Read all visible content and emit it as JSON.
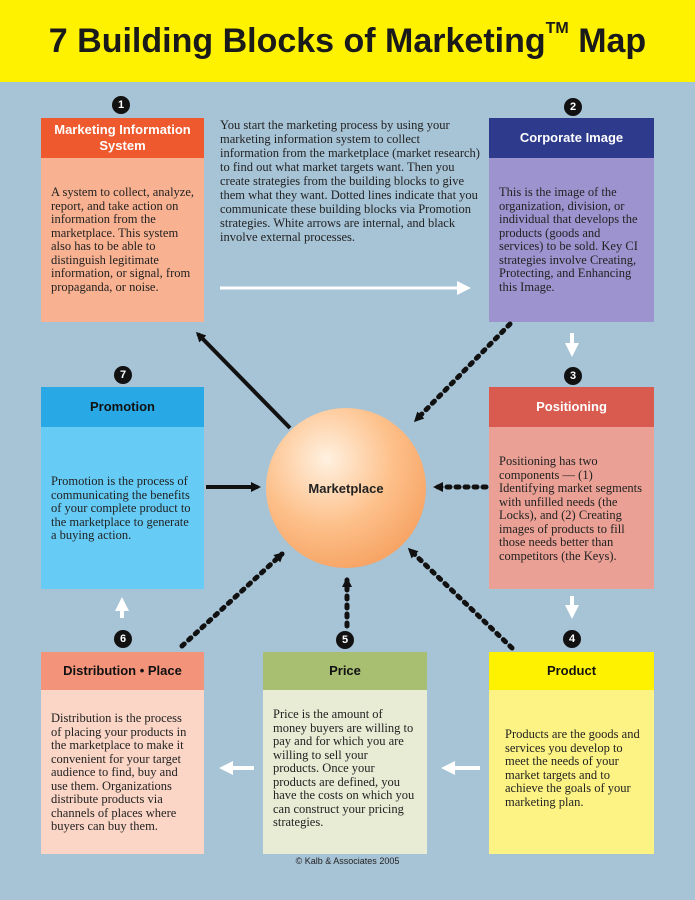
{
  "title": "7 Building Blocks of Marketing",
  "title_tm": "TM",
  "title_suffix": "Map",
  "intro": "You start the marketing process by using your marketing information system to collect information from the marketplace (market research) to find out what market targets want. Then you create strategies from the building blocks to give them what they want. Dotted lines indicate that you communicate these building blocks via Promotion strategies. White arrows are internal, and black involve external processes.",
  "center": "Marketplace",
  "blocks": [
    {
      "num": "1",
      "title": "Marketing Information System",
      "text": "A system to collect, analyze, report, and take action on information from the marketplace. This system also has to be able to distinguish legitimate information, or signal, from propaganda, or noise."
    },
    {
      "num": "2",
      "title": "Corporate Image",
      "text": "This is the image of the organization, division, or individual that develops the products (goods and services) to be sold. Key CI strategies involve Creating, Protecting, and Enhancing this Image."
    },
    {
      "num": "3",
      "title": "Positioning",
      "text": "Positioning has two components — (1) Identifying market segments with unfilled needs (the Locks), and (2) Creating images of products to fill those needs better than competitors (the Keys)."
    },
    {
      "num": "4",
      "title": "Product",
      "text": "Products are the goods and services you develop to meet the needs of your market targets and to achieve the goals of your marketing plan."
    },
    {
      "num": "5",
      "title": "Price",
      "text": "Price is the amount of money buyers are willing to pay and for which you are willing to sell your products. Once your products are defined, you have the costs on which you can construct your pricing strategies."
    },
    {
      "num": "6",
      "title": "Distribution • Place",
      "text": "Distribution is the process of placing your products in the marketplace to make it convenient for your target audience to find, buy and use them. Organizations distribute products via channels of places where buyers can buy them."
    },
    {
      "num": "7",
      "title": "Promotion",
      "text": "Promotion is the process of communicating the benefits of your complete product to the marketplace to generate a buying action."
    }
  ],
  "copyright": "© Kalb & Associates 2005",
  "colors": {
    "background": "#a7c3d6",
    "title_bar": "#fff200",
    "mis_head": "#ee5a2e",
    "mis_body": "#f9b291",
    "ci_head": "#2e3a8c",
    "ci_body": "#9d94cf",
    "pos_head": "#d95a4e",
    "pos_body": "#eaa095",
    "prod_head": "#fff200",
    "prod_body": "#fdf384",
    "price_head": "#a8bf72",
    "price_body": "#e8ecd5",
    "dist_head": "#f3937a",
    "dist_body": "#fbd6c7",
    "promo_head": "#28a9e6",
    "promo_body": "#66ccf6"
  }
}
